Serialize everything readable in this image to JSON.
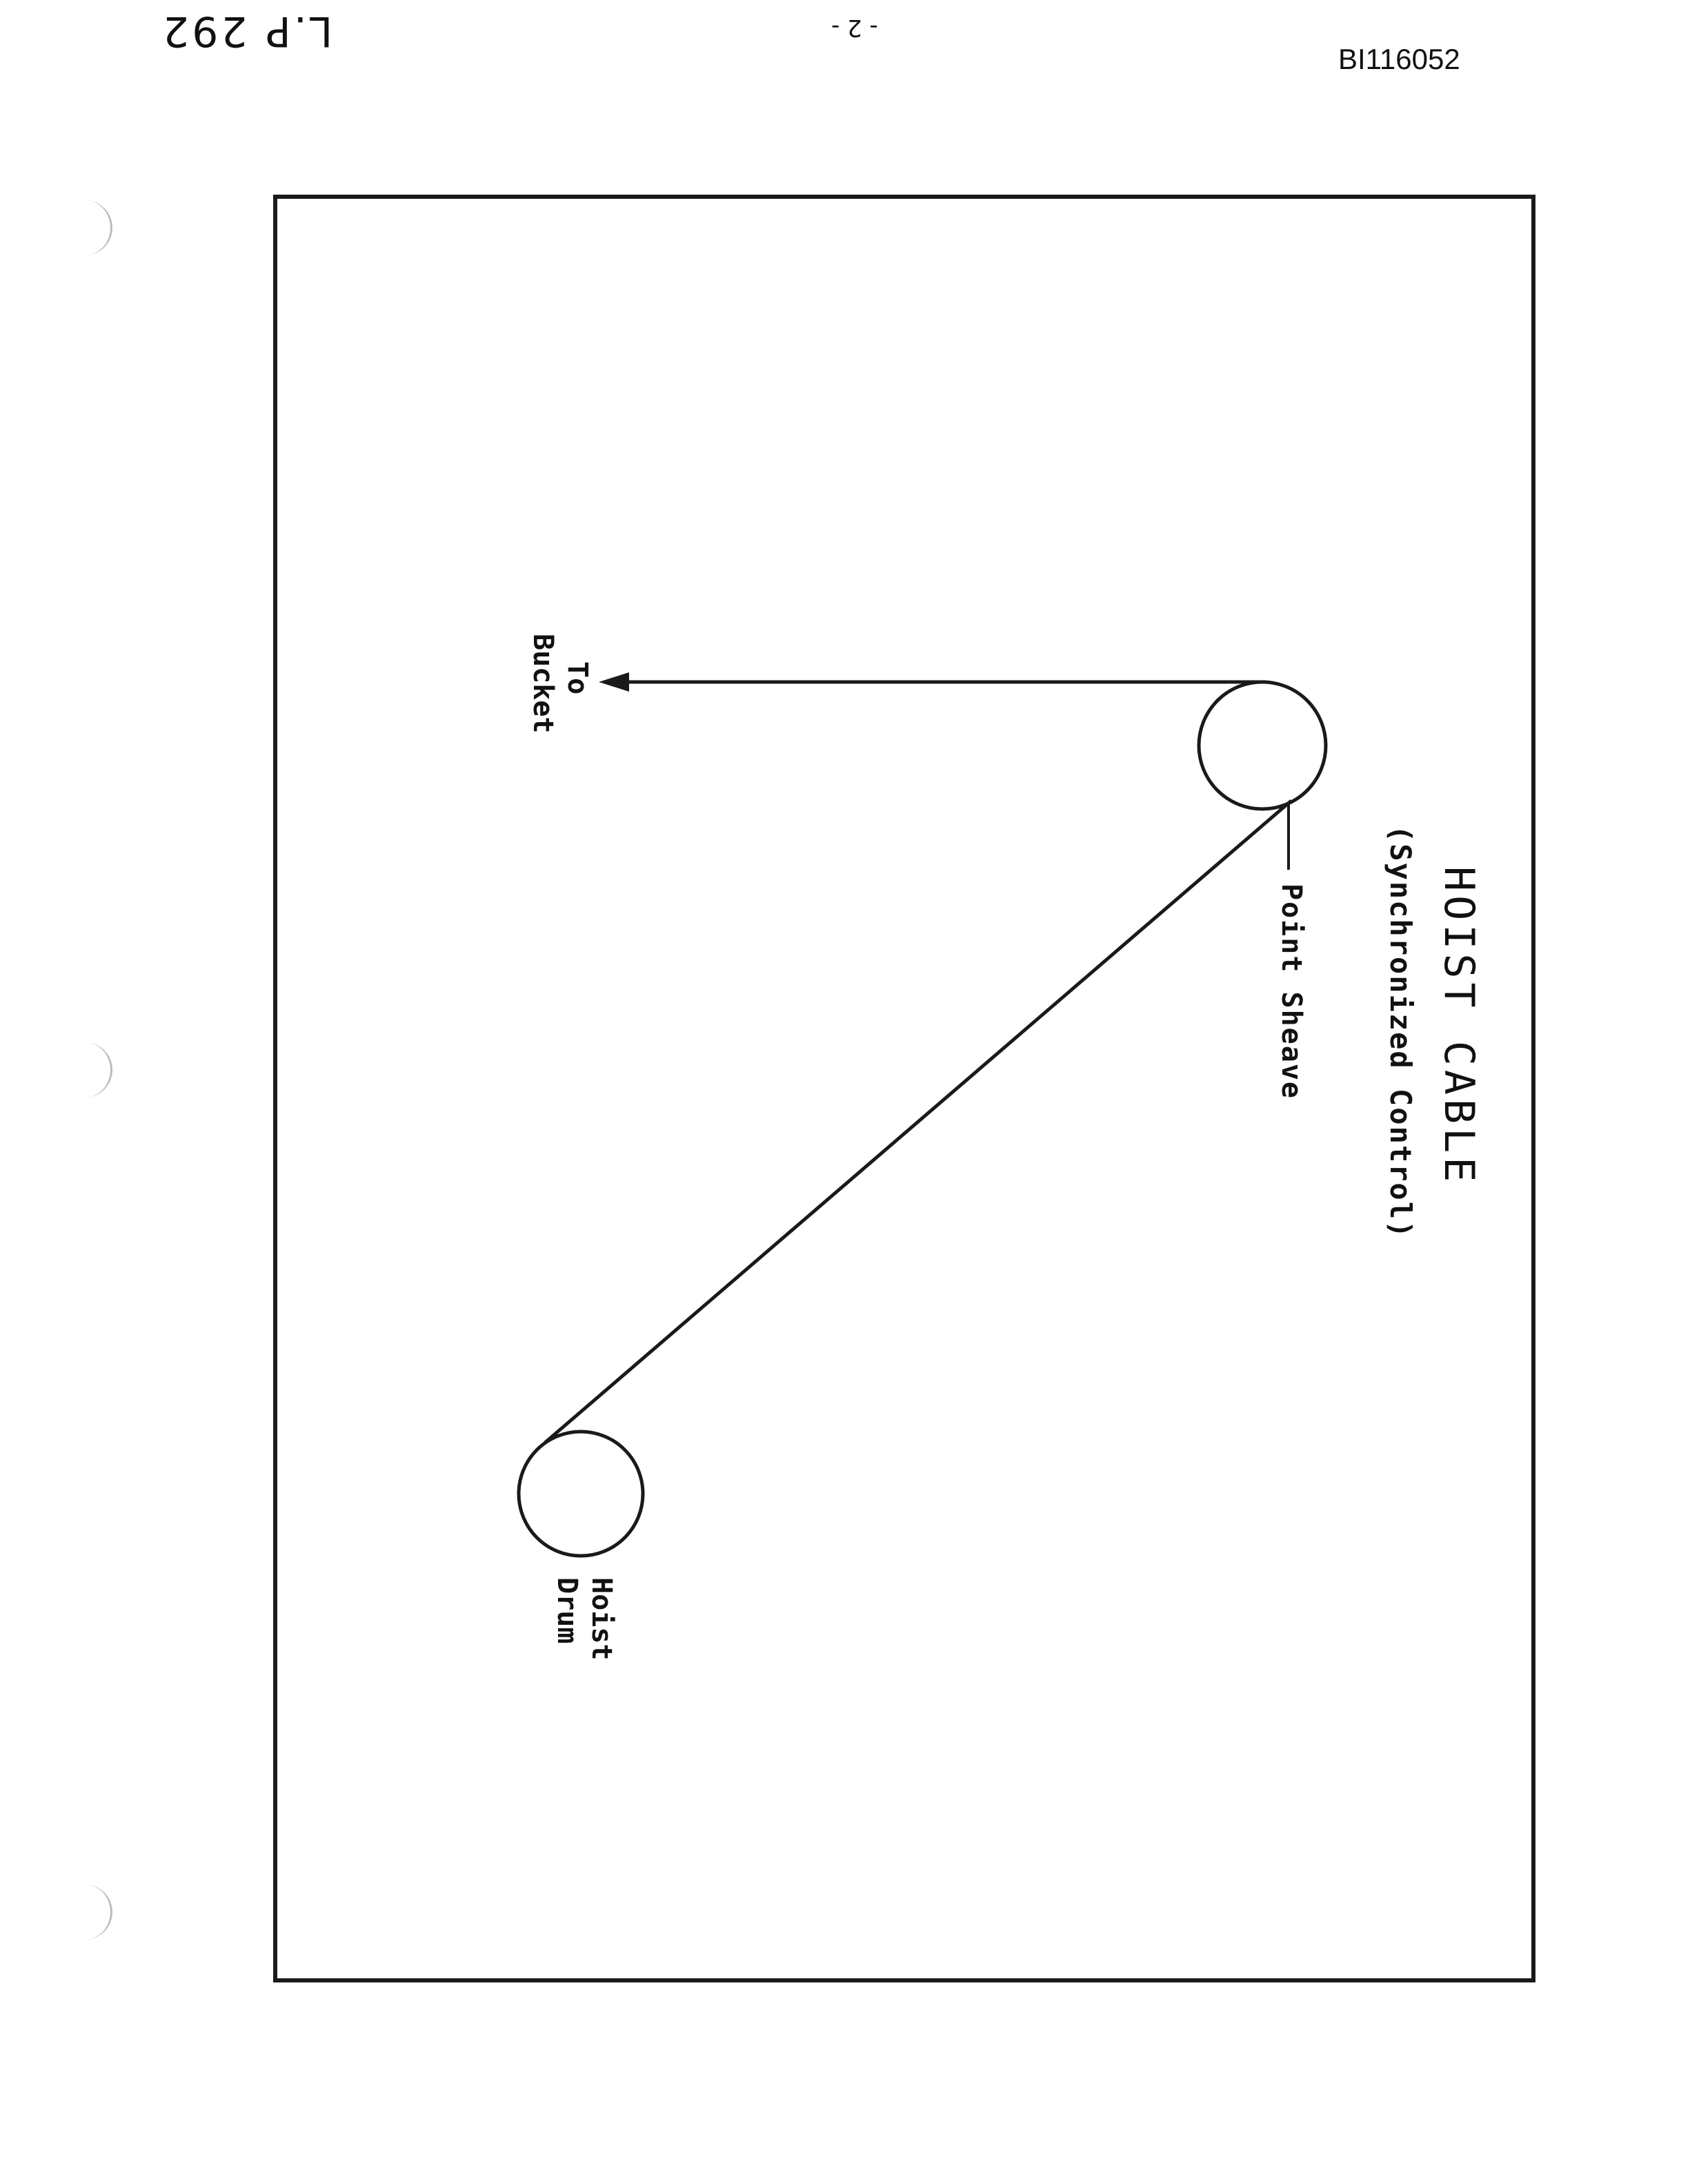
{
  "header": {
    "lp_label": "L.P 292",
    "page_label": "- 2 -",
    "doc_id": "BI116052"
  },
  "diagram": {
    "title": "HOIST CABLE",
    "subtitle": "(Synchronized Control)",
    "labels": {
      "point_sheave": "Point Sheave",
      "to": "To",
      "bucket": "Bucket",
      "hoist": "Hoist",
      "drum": "Drum"
    }
  }
}
